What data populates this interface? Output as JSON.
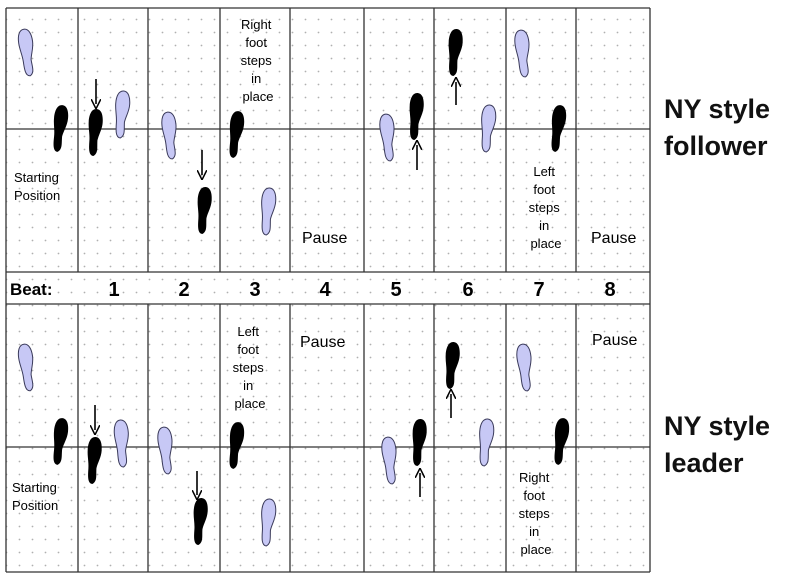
{
  "beat_row": {
    "label": "Beat:",
    "numbers": [
      "1",
      "2",
      "3",
      "4",
      "5",
      "6",
      "7",
      "8"
    ]
  },
  "follower": {
    "title_line1": "NY style",
    "title_line2": "follower",
    "start_text": [
      "Starting",
      "Position"
    ],
    "beat3_text": [
      "Right",
      "foot",
      "steps",
      "in",
      "place"
    ],
    "beat7_text": [
      "Left",
      "foot",
      "steps",
      "in",
      "place"
    ],
    "pause_text": "Pause"
  },
  "leader": {
    "title_line1": "NY style",
    "title_line2": "leader",
    "start_text": [
      "Starting",
      "Position"
    ],
    "beat3_text": [
      "Left",
      "foot",
      "steps",
      "in",
      "place"
    ],
    "beat7_text": [
      "Right",
      "foot",
      "steps",
      "in",
      "place"
    ],
    "pause_text": "Pause"
  },
  "colors": {
    "black_foot": "#000000",
    "light_foot": "#c7c8f5",
    "light_foot_stroke": "#3a3a5a",
    "grid_line": "#333333",
    "dot": "#b0b0b0"
  }
}
